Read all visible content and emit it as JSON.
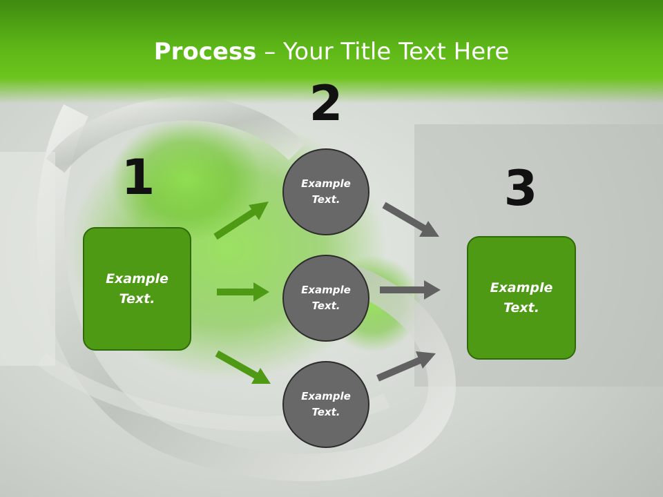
{
  "title": {
    "bold": "Process",
    "rest": " – Your Title Text Here"
  },
  "steps": [
    {
      "number": "1"
    },
    {
      "number": "2"
    },
    {
      "number": "3"
    }
  ],
  "boxes": {
    "left": "Example\nText.",
    "right": "Example\nText."
  },
  "circles": [
    {
      "label": "Example\nText."
    },
    {
      "label": "Example\nText."
    },
    {
      "label": "Example\nText."
    }
  ],
  "colors": {
    "header_green": "#5cb617",
    "box_green": "#4f9a14",
    "circle_gray": "#686868",
    "arrow_green": "#4f9a14",
    "arrow_gray": "#616161"
  }
}
